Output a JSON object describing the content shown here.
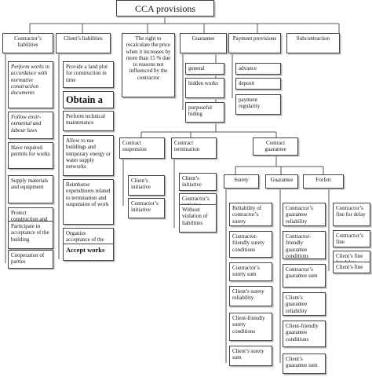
{
  "root": "CCA provisions",
  "level1": {
    "contractor": "Contractor’s liabilities",
    "client": "Client’s liabilities",
    "recalc": "The right to recalculate the price when it increases by more than 15 % due to reasons not influenced by the contractor",
    "guarantee": "Guarantee",
    "payment": "Payment provisions",
    "subcontraction": "Subcontraction"
  },
  "contractor_items": [
    "Perform works in accordance with normative construction documents",
    "Follow envir-onmental and labour laws",
    "Have required permits for works",
    "Supply materials and equipment",
    "Protect construction and materials",
    "Participate in acceptance of the building",
    "Cooperation of parties"
  ],
  "client_items": [
    "Provide a land plot for construction in time",
    "Obtain a",
    "Perform technical maintenance",
    "Allow to use buildings and temporary energy or water supply networks",
    "Reimburse expenditures related to termination and suspension of work",
    "Organize acceptance of the constructed building for use",
    "Accept works"
  ],
  "guarantee_items": [
    "general",
    "hidden works",
    "purposeful biding"
  ],
  "payment_items": [
    "advance",
    "deposit",
    "payment regularity"
  ],
  "level2": {
    "suspension": "Contract suspension",
    "termination": "Contract termination",
    "contract_guarantee": "Contract guarantee"
  },
  "suspension_items": [
    "Client’s initiative",
    "Contractor’s initiative"
  ],
  "termination_items": [
    "Client’s initiative",
    "Contractor’s initiative",
    "Without violation of liabilities"
  ],
  "level3": {
    "surety": "Surety",
    "guarantee": "Guarantee",
    "forfeit": "Forfeit"
  },
  "surety_items": [
    "Reliability of contractor’s surety",
    "Contractor-friendly surety conditions",
    "Contractor’s surety sum",
    "Client’s surety reliability",
    "Client-friendly surety conditions",
    "Client’s surety sum"
  ],
  "guarantee3_items": [
    "Contractor’s guarantee reliability",
    "Contractor-friendly guarantee conditions",
    "Contractor’s guarantee sum",
    "Client’s guarantee reliability",
    "Client-friendly guarantee conditions",
    "Client’s guarantee sum"
  ],
  "forfeit_items": [
    "Contractor’s fine for delay",
    "Contractor’s fine",
    "Client’s fine for delay",
    "Client’s fine"
  ]
}
